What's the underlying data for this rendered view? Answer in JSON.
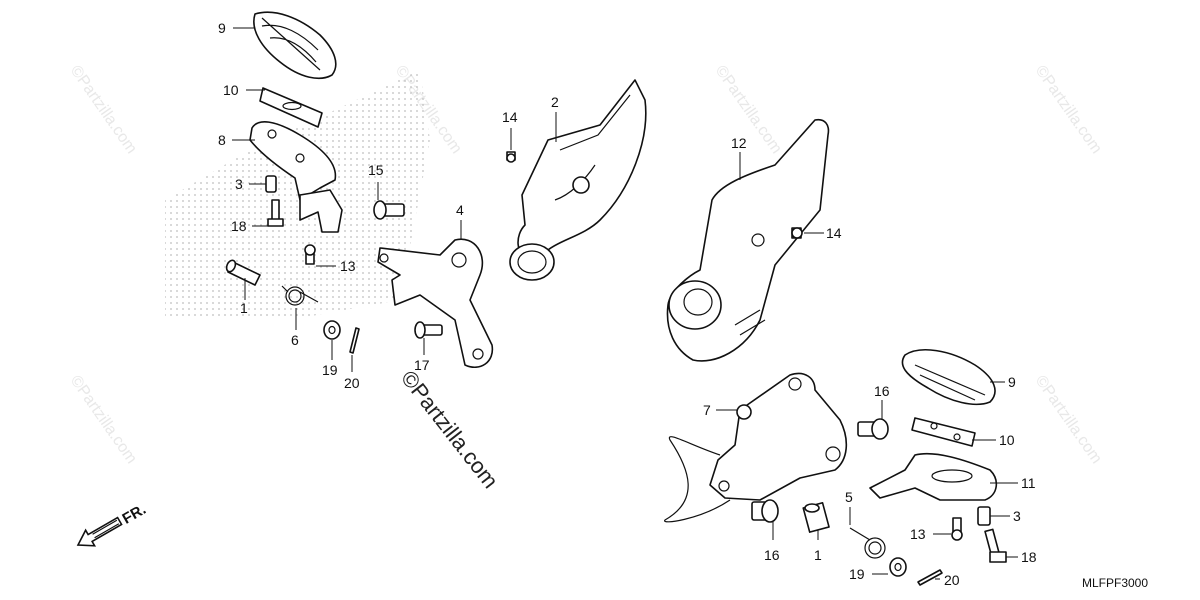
{
  "watermark": "©Partzilla.com",
  "diagram_code": "MLFPF3000",
  "direction_label": "FR.",
  "callouts": {
    "c9a": "9",
    "c10a": "10",
    "c8": "8",
    "c3a": "3",
    "c18a": "18",
    "c1a": "1",
    "c13a": "13",
    "c6": "6",
    "c19a": "19",
    "c20a": "20",
    "c15": "15",
    "c4": "4",
    "c17": "17",
    "c14a": "14",
    "c2": "2",
    "c12": "12",
    "c14b": "14",
    "c9b": "9",
    "c16a": "16",
    "c7": "7",
    "c10b": "10",
    "c11": "11",
    "c5": "5",
    "c3b": "3",
    "c13b": "13",
    "c16b": "16",
    "c1b": "1",
    "c18b": "18",
    "c19b": "19",
    "c20b": "20"
  }
}
